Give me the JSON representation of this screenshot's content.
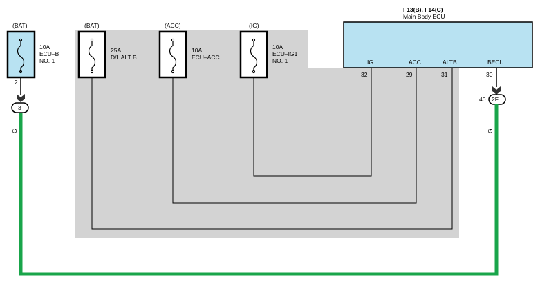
{
  "colors": {
    "shade": "#d3d3d3",
    "ecu_fill": "#b8e2f2",
    "wire_green": "#19a54a",
    "fuse_fill": "#b8e2f2"
  },
  "ecu": {
    "title": "F13(B), F14(C)",
    "subtitle": "Main Body ECU",
    "pins": [
      {
        "label": "IG",
        "number": "32"
      },
      {
        "label": "ACC",
        "number": "29"
      },
      {
        "label": "ALTB",
        "number": "31"
      },
      {
        "label": "BECU",
        "number": "30"
      }
    ]
  },
  "fuses": [
    {
      "source": "(BAT)",
      "rating": "10A",
      "name": "ECU–B",
      "line3": "NO. 1",
      "pin": "2"
    },
    {
      "source": "(BAT)",
      "rating": "25A",
      "name": "D/L ALT B",
      "line3": ""
    },
    {
      "source": "(ACC)",
      "rating": "10A",
      "name": "ECU–ACC",
      "line3": ""
    },
    {
      "source": "(IG)",
      "rating": "10A",
      "name": "ECU–IG1",
      "line3": "NO. 1"
    }
  ],
  "connectors": {
    "left": {
      "id": "3"
    },
    "right": {
      "id": "2F",
      "pin": "40"
    }
  },
  "wire_color_labels": {
    "left": "G",
    "right": "G"
  }
}
